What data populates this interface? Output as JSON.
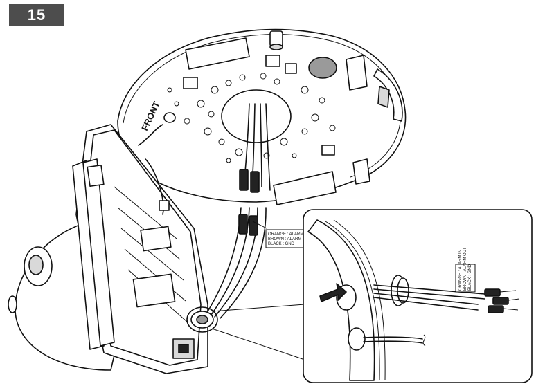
{
  "step": {
    "number": "15"
  },
  "mounting_plate": {
    "orientation_label": "FRONT"
  },
  "cable_tag": {
    "lines": [
      "ORANGE : ALARM IN",
      "BROWN : ALARM OUT",
      "BLACK : GND"
    ]
  },
  "detail_inset": {
    "cable_tag_lines": [
      "ORANGE : ALARM IN",
      "BROWN : ALARM OUT",
      "BLACK : GND"
    ]
  },
  "colors": {
    "badge_background": "#4d4d4d",
    "badge_text": "#ffffff",
    "line_art": "#111111"
  }
}
